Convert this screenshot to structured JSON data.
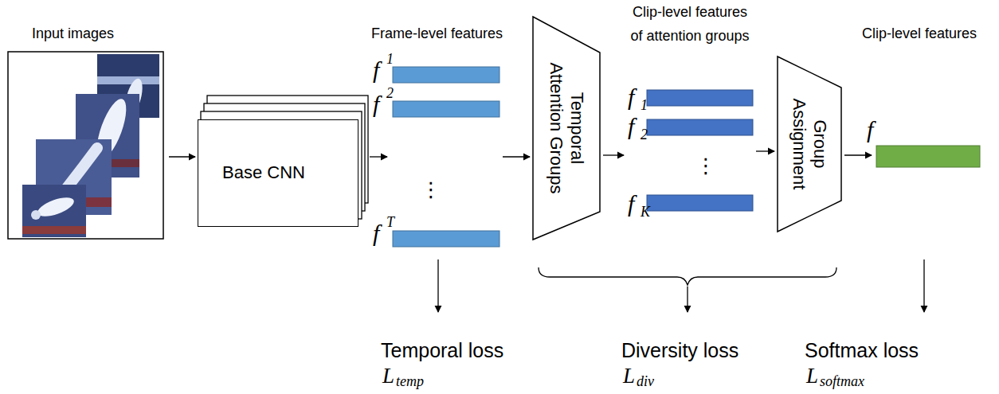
{
  "diagram": {
    "nodes": [
      {
        "text": [
          "Base CNN"
        ]
      },
      {
        "text": [
          "Temporal Attention Groups"
        ]
      },
      {
        "text": [
          "Group Assignment"
        ]
      }
    ],
    "labels": [
      "Input images",
      "Frame-level features",
      "Clip-level features of attention groups",
      "Clip-level features",
      "f",
      "1",
      "f",
      "2",
      "⋮",
      "f",
      "T",
      "f",
      "1",
      "f",
      "2",
      "⋮",
      "f",
      "K",
      "f",
      "Temporal loss",
      "L",
      "temp",
      "Diversity loss",
      "L",
      "div",
      "Softmax loss",
      "L",
      "softmax"
    ]
  }
}
